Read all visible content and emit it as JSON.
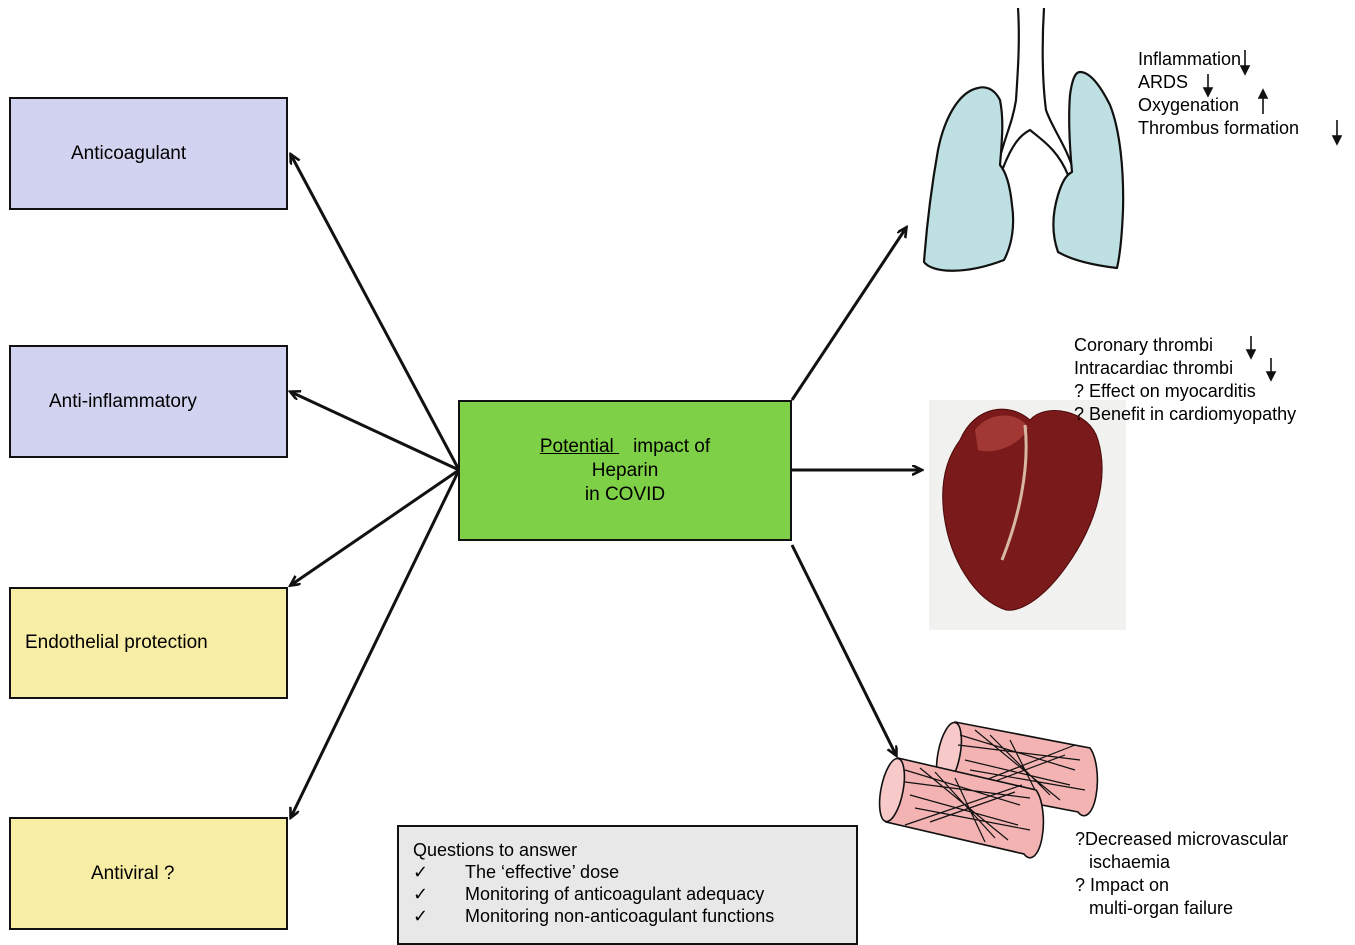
{
  "center": {
    "line1_underlined": "Potential",
    "line1_rest": "impact of",
    "line2": "Heparin",
    "line3": "in COVID"
  },
  "effects": {
    "anticoagulant": "Anticoagulant",
    "anti_inflammatory": "Anti-inflammatory",
    "endothelial": "Endothelial protection",
    "antiviral": "Antiviral ?"
  },
  "lung": {
    "inflammation": "Inflammation",
    "ards": "ARDS",
    "oxygenation": "Oxygenation",
    "thrombus": "Thrombus formation"
  },
  "heart": {
    "coronary": "Coronary thrombi",
    "intracardiac": "Intracardiac thrombi",
    "myocarditis": "? Effect on myocarditis",
    "cardiomyopathy": "? Benefit in cardiomyopathy"
  },
  "vessels": {
    "line1": "?Decreased microvascular",
    "line2": "ischaemia",
    "line3": "? Impact on",
    "line4": "multi-organ failure"
  },
  "questions": {
    "title": "Questions to answer",
    "items": [
      "The ‘effective’ dose",
      "Monitoring of anticoagulant adequacy",
      "Monitoring non-anticoagulant functions"
    ]
  },
  "colors": {
    "purple_box": "#d2d3f0",
    "yellow_box": "#f8eda4",
    "green_box": "#7ed047",
    "lung_fill": "#bfe0e2",
    "heart": "#7a1a1a",
    "vessel_fill": "#f3b3b3"
  }
}
